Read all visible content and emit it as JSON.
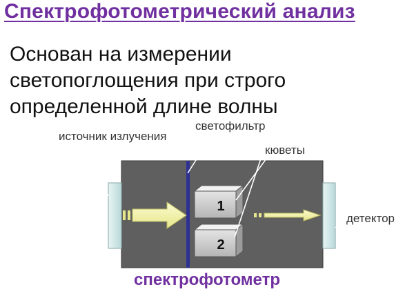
{
  "title": "Спектрофотометрический анализ",
  "description": {
    "lines": [
      "Основан на измерении",
      "светопоглощения при строго",
      "определенной длине волны"
    ]
  },
  "diagram": {
    "labels": {
      "source": "источник излучения",
      "filter": "светофильтр",
      "cuvettes": "кюветы",
      "detector": "детектор"
    },
    "cuvette_1": "1",
    "cuvette_2": "2",
    "caption": "спектрофотометр"
  },
  "colors": {
    "title": "#7030a0",
    "housing": "#5f5f5f",
    "filter": "#2e3192",
    "arrow": "#f2f2a0",
    "panel": "#cfe6e6"
  }
}
